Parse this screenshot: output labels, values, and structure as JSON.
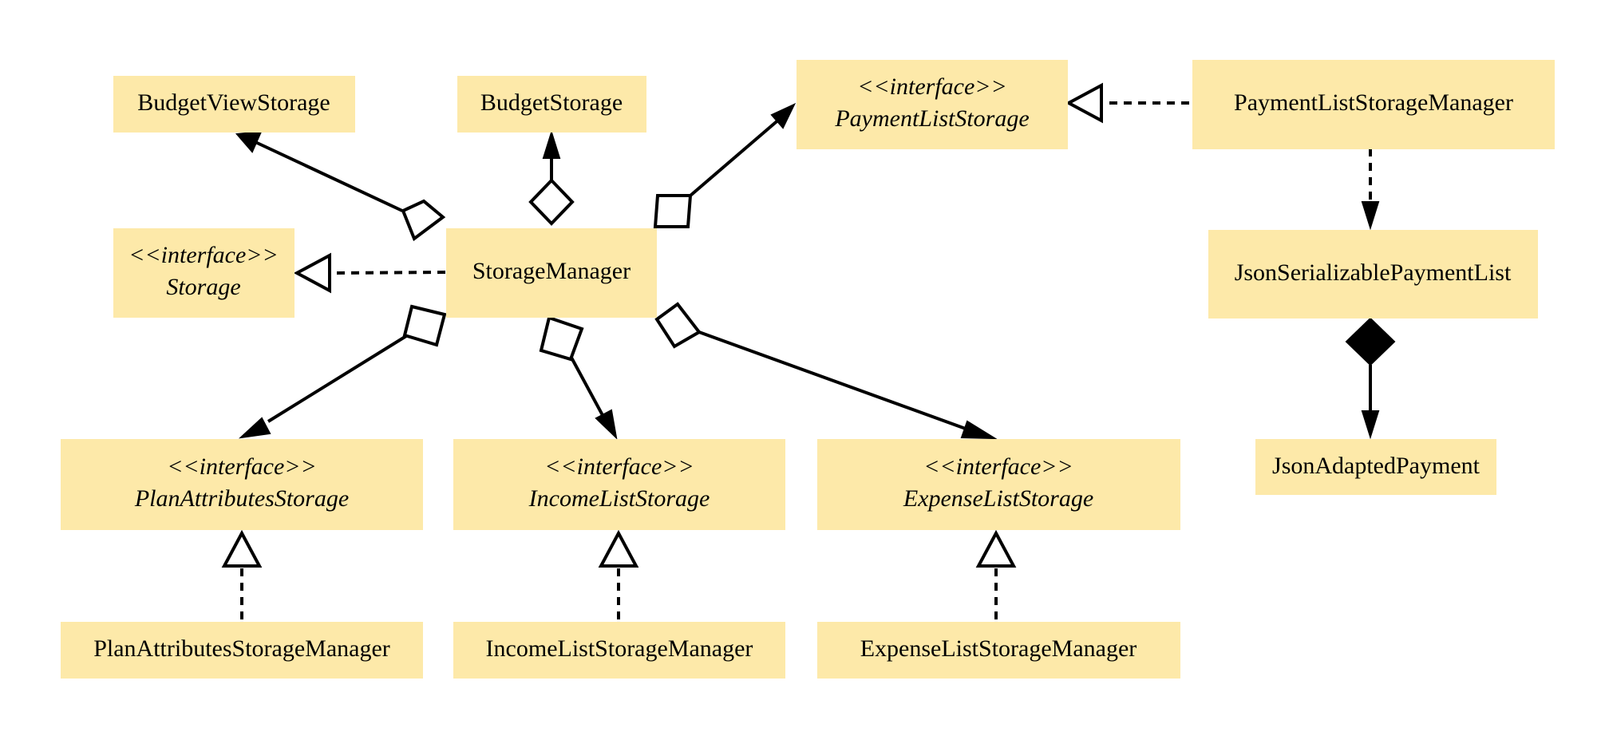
{
  "diagram": {
    "node_fill": "#fde9a9",
    "nodes": {
      "budget_view_storage": {
        "label": "BudgetViewStorage"
      },
      "budget_storage": {
        "label": "BudgetStorage"
      },
      "payment_list_storage": {
        "stereotype": "<<interface>>",
        "label": "PaymentListStorage"
      },
      "payment_list_storage_manager": {
        "label": "PaymentListStorageManager"
      },
      "storage": {
        "stereotype": "<<interface>>",
        "label": "Storage"
      },
      "storage_manager": {
        "label": "StorageManager"
      },
      "json_serializable_payment_list": {
        "label": "JsonSerializablePaymentList"
      },
      "plan_attributes_storage": {
        "stereotype": "<<interface>>",
        "label": "PlanAttributesStorage"
      },
      "income_list_storage": {
        "stereotype": "<<interface>>",
        "label": "IncomeListStorage"
      },
      "expense_list_storage": {
        "stereotype": "<<interface>>",
        "label": "ExpenseListStorage"
      },
      "json_adapted_payment": {
        "label": "JsonAdaptedPayment"
      },
      "plan_attributes_storage_manager": {
        "label": "PlanAttributesStorageManager"
      },
      "income_list_storage_manager": {
        "label": "IncomeListStorageManager"
      },
      "expense_list_storage_manager": {
        "label": "ExpenseListStorageManager"
      }
    }
  }
}
